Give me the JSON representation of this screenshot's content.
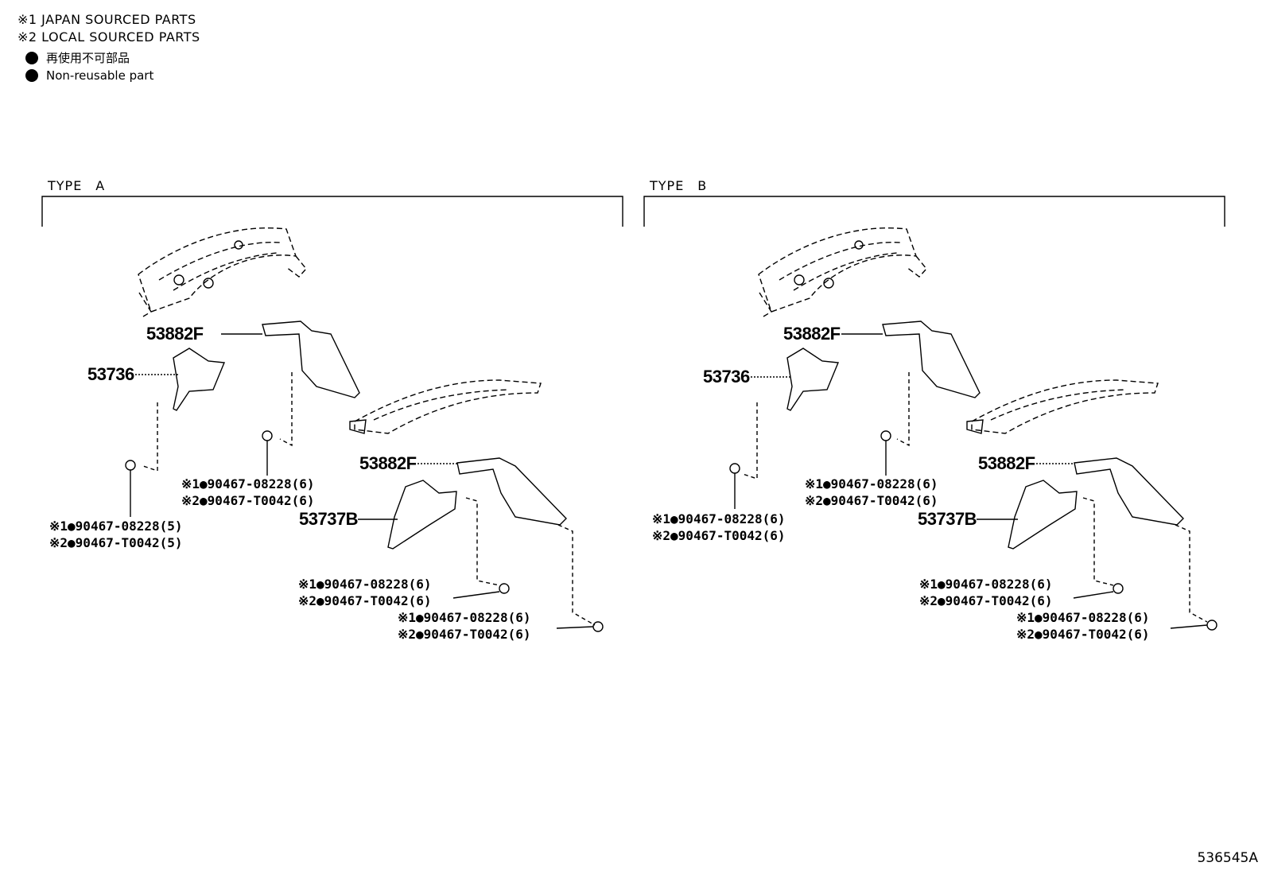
{
  "legend": {
    "line1": "※1 JAPAN SOURCED PARTS",
    "line2": "※2 LOCAL SOURCED PARTS",
    "nonreusable_jp": "再使用不可部品",
    "nonreusable_en": "Non-reusable part"
  },
  "type_a": {
    "label": "TYPE　A",
    "p53882f_upper": "53882F",
    "p53736": "53736",
    "p53882f_lower": "53882F",
    "p53737b": "53737B",
    "c1_l1": "※1●90467-08228(6)",
    "c1_l2": "※2●90467-T0042(6)",
    "c2_l1": "※1●90467-08228(5)",
    "c2_l2": "※2●90467-T0042(5)",
    "c3_l1": "※1●90467-08228(6)",
    "c3_l2": "※2●90467-T0042(6)",
    "c4_l1": "※1●90467-08228(6)",
    "c4_l2": "※2●90467-T0042(6)"
  },
  "type_b": {
    "label": "TYPE　B",
    "p53882f_upper": "53882F",
    "p53736": "53736",
    "p53882f_lower": "53882F",
    "p53737b": "53737B",
    "c1_l1": "※1●90467-08228(6)",
    "c1_l2": "※2●90467-T0042(6)",
    "c2_l1": "※1●90467-08228(6)",
    "c2_l2": "※2●90467-T0042(6)",
    "c3_l1": "※1●90467-08228(6)",
    "c3_l2": "※2●90467-T0042(6)",
    "c4_l1": "※1●90467-08228(6)",
    "c4_l2": "※2●90467-T0042(6)"
  },
  "ref_code": "536545A"
}
